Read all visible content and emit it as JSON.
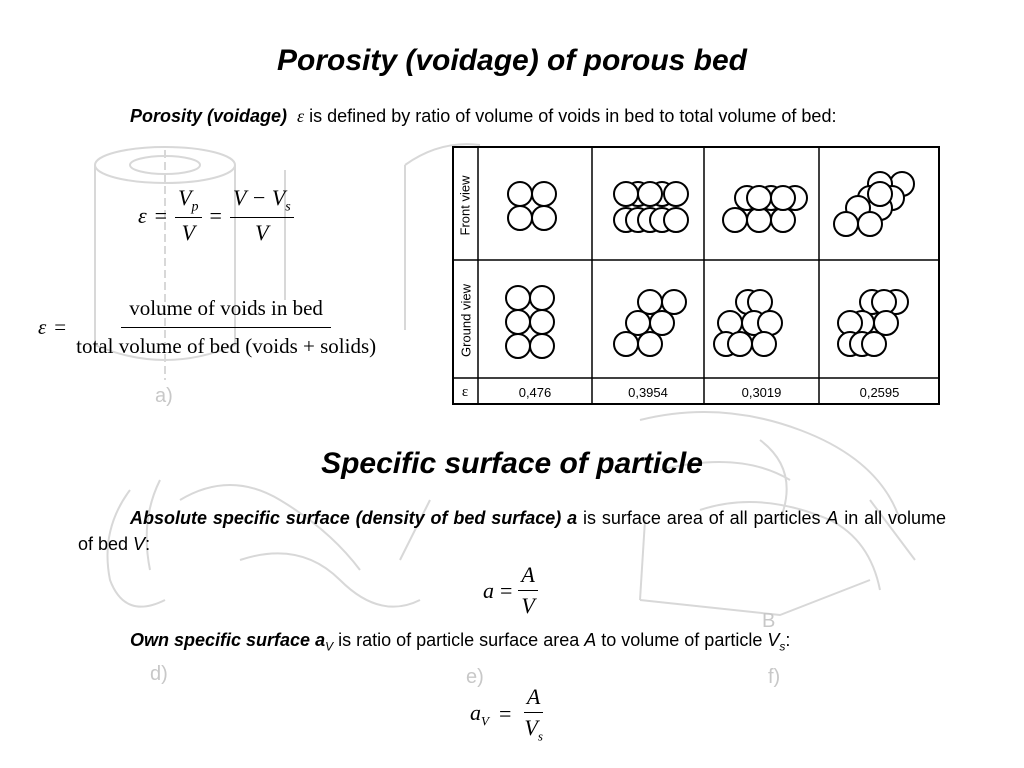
{
  "title": "Porosity (voidage) of porous bed",
  "porosity": {
    "term": "Porosity (voidage)",
    "symbol": "ε",
    "text": " is defined by ratio of volume of voids in bed to total volume of bed:",
    "eq1": {
      "lhs": "ε",
      "num1": "V",
      "num1_sub": "p",
      "den1": "V",
      "num2": "V − V",
      "num2_sub": "s",
      "den2": "V"
    },
    "eq2": {
      "lhs": "ε",
      "num": "volume of voids in bed",
      "den": "total volume of bed (voids + solids)"
    }
  },
  "table": {
    "row_labels": {
      "front": "Front view",
      "ground": "Ground view",
      "eps": "ε"
    },
    "epsilon_values": [
      "0,476",
      "0,3954",
      "0,3019",
      "0,2595"
    ]
  },
  "figure_labels": {
    "a": "a)",
    "d": "d)",
    "e": "e)",
    "f": "f)",
    "b": "B"
  },
  "section2_title": "Specific surface of particle",
  "specific": {
    "term": "Absolute specific surface (density of bed surface) a",
    "text1": " is surface area of all particles ",
    "A": "A",
    "text2": " in all volume of bed ",
    "V": "V",
    "text3": ":",
    "eq": {
      "lhs": "a",
      "num": "A",
      "den": "V"
    }
  },
  "own": {
    "term": "Own specific surface a",
    "term_sub": "V",
    "text1": " is ratio of particle surface area ",
    "A": "A",
    "text2": " to volume of particle ",
    "Vs": "V",
    "Vs_sub": "s",
    "text3": ":",
    "eq": {
      "lhs": "a",
      "lhs_sub": "V",
      "num": "A",
      "den": "V",
      "den_sub": "s"
    }
  }
}
